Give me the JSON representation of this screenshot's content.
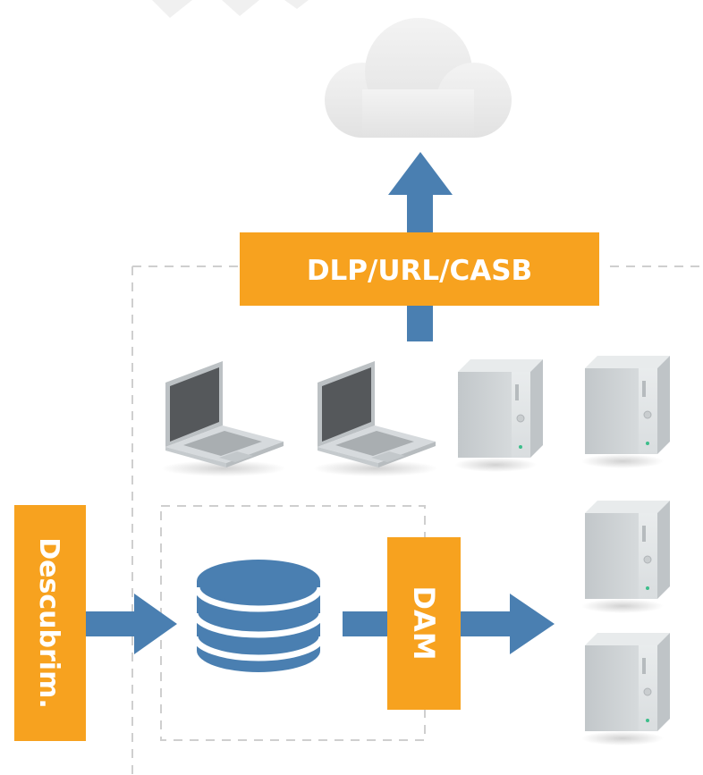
{
  "labels": {
    "gateway": "DLP/URL/CASB",
    "discovery": "Descubrim.",
    "dam": "DAM"
  },
  "colors": {
    "orange": "#F7A21F",
    "blue": "#4A7FB1",
    "dashed_border": "#CFCFCF",
    "server_body": "#D3D7D9",
    "server_front": "#E4E7E8",
    "laptop_screen": "#56595C",
    "laptop_body": "#CFD3D6",
    "cloud": "#EDEDED"
  },
  "icons": {
    "cloud": "cloud-icon",
    "laptop": "laptop-icon",
    "server": "server-icon",
    "database": "database-icon",
    "arrow": "arrow-icon"
  }
}
